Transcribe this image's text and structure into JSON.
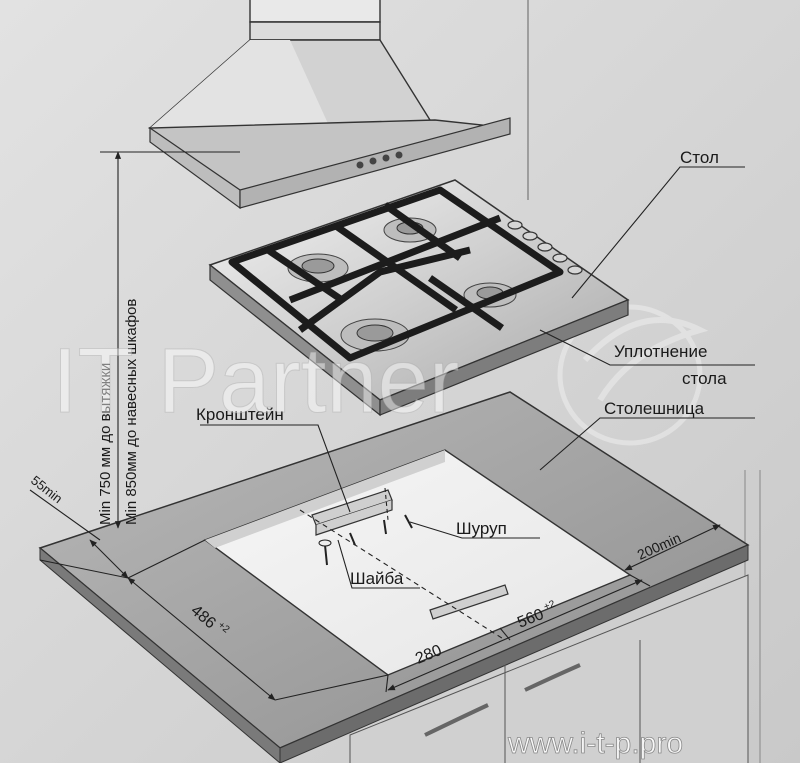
{
  "labels": {
    "table": "Стол",
    "seal_line1": "Уплотнение",
    "seal_line2": "стола",
    "countertop": "Столешница",
    "bracket": "Кронштейн",
    "screw": "Шуруп",
    "washer": "Шайба"
  },
  "dimensions": {
    "hood_min": "Min 750 мм до вытяжки",
    "cabinet_min": "Min 850мм до навесных шкафов",
    "front_edge": "55min",
    "side_gap": "200min",
    "cutout_depth": "486",
    "cutout_depth_tol": "+2",
    "cutout_width": "560",
    "cutout_width_tol": "+2",
    "half_width": "280"
  },
  "watermarks": {
    "brand": "IT Partner",
    "url": "www.i-t-p.pro"
  }
}
